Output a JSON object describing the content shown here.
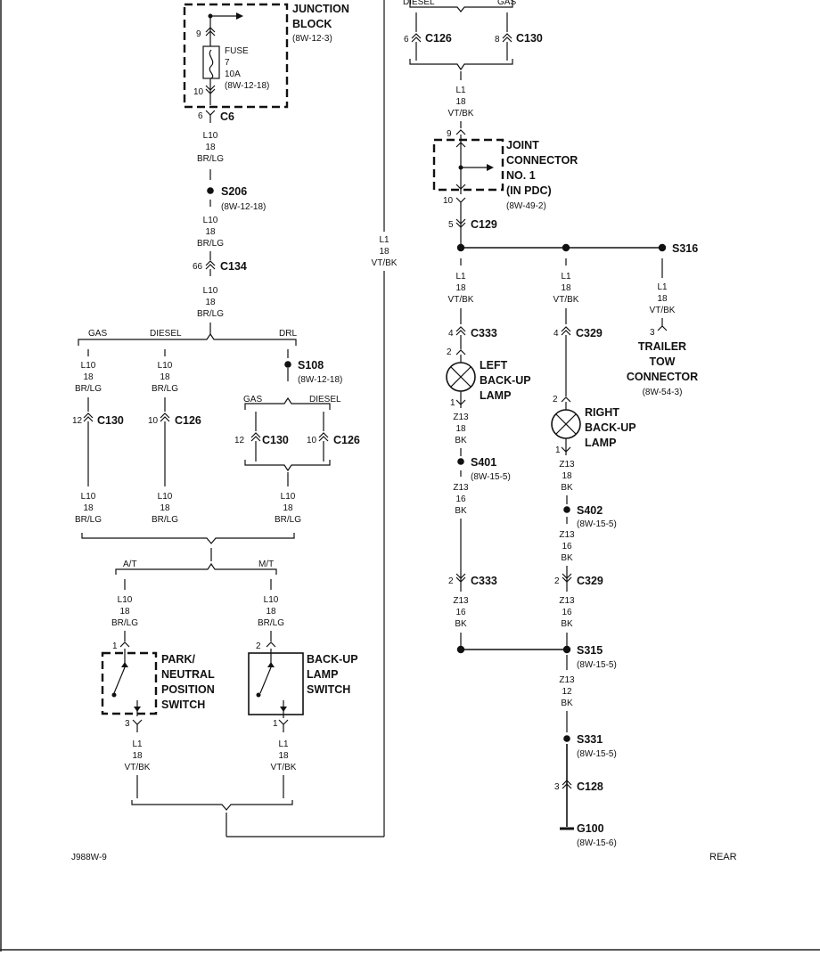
{
  "diagram": {
    "page_code": "J988W-9",
    "location": "REAR",
    "junction_block": {
      "name_line1": "JUNCTION",
      "name_line2": "BLOCK",
      "ref": "(8W-12-3)",
      "pin_in": "9",
      "pin_out": "10",
      "fuse_label": "FUSE",
      "fuse_no": "7",
      "fuse_rating": "10A",
      "fuse_ref": "(8W-12-18)"
    },
    "c6": {
      "pin": "6",
      "name": "C6"
    },
    "wire_l10": {
      "circuit": "L10",
      "gauge": "18",
      "color": "BR/LG"
    },
    "wire_l1": {
      "circuit": "L1",
      "gauge": "18",
      "color": "VT/BK"
    },
    "wire_z13_18": {
      "circuit": "Z13",
      "gauge": "18",
      "color": "BK"
    },
    "wire_z13_16": {
      "circuit": "Z13",
      "gauge": "16",
      "color": "BK"
    },
    "wire_z13_12": {
      "circuit": "Z13",
      "gauge": "12",
      "color": "BK"
    },
    "s206": {
      "name": "S206",
      "ref": "(8W-12-18)"
    },
    "c134": {
      "pin": "66",
      "name": "C134"
    },
    "variants": {
      "gas": "GAS",
      "diesel": "DIESEL",
      "drl": "DRL",
      "at": "A/T",
      "mt": "M/T"
    },
    "s108": {
      "name": "S108",
      "ref": "(8W-12-18)"
    },
    "c130": {
      "pin12": "12",
      "pin8": "8",
      "name": "C130"
    },
    "c126": {
      "pin10": "10",
      "pin6": "6",
      "name": "C126"
    },
    "pns": {
      "pin_in": "1",
      "pin_out": "3",
      "line1": "PARK/",
      "line2": "NEUTRAL",
      "line3": "POSITION",
      "line4": "SWITCH"
    },
    "bls": {
      "pin_in": "2",
      "pin_out": "1",
      "line1": "BACK-UP",
      "line2": "LAMP",
      "line3": "SWITCH"
    },
    "joint_connector": {
      "line1": "JOINT",
      "line2": "CONNECTOR",
      "line3": "NO. 1",
      "line4": "(IN PDC)",
      "ref": "(8W-49-2)",
      "pin_in": "9",
      "pin_out": "10"
    },
    "c129": {
      "pin": "5",
      "name": "C129"
    },
    "s316": {
      "name": "S316"
    },
    "c333": {
      "pin_top": "4",
      "pin_bottom": "2",
      "name": "C333"
    },
    "c329": {
      "pin_top": "4",
      "pin_bottom": "2",
      "name": "C329"
    },
    "left_lamp": {
      "line1": "LEFT",
      "line2": "BACK-UP",
      "line3": "LAMP",
      "pin_in": "2",
      "pin_out": "1"
    },
    "right_lamp": {
      "line1": "RIGHT",
      "line2": "BACK-UP",
      "line3": "LAMP",
      "pin_in": "2",
      "pin_out": "1"
    },
    "trailer": {
      "pin": "3",
      "line1": "TRAILER",
      "line2": "TOW",
      "line3": "CONNECTOR",
      "ref": "(8W-54-3)"
    },
    "s401": {
      "name": "S401",
      "ref": "(8W-15-5)"
    },
    "s402": {
      "name": "S402",
      "ref": "(8W-15-5)"
    },
    "s315": {
      "name": "S315",
      "ref": "(8W-15-5)"
    },
    "s331": {
      "name": "S331",
      "ref": "(8W-15-5)"
    },
    "c128": {
      "pin": "3",
      "name": "C128"
    },
    "g100": {
      "name": "G100",
      "ref": "(8W-15-6)"
    }
  }
}
